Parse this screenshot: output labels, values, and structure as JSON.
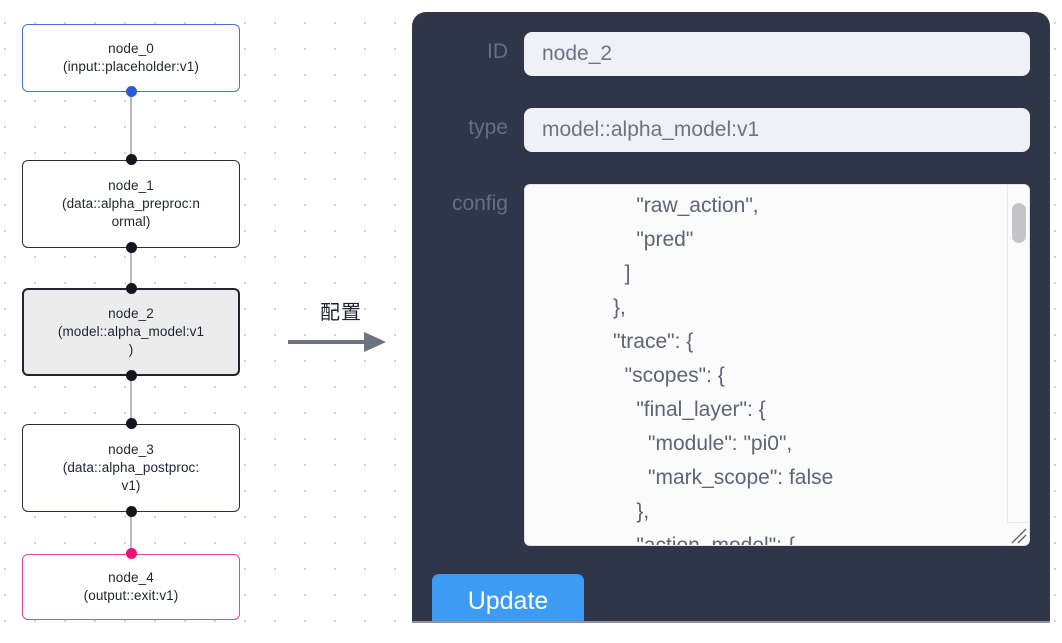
{
  "graph": {
    "nodes": [
      {
        "id": "node_0",
        "type_line": "(input::placeholder:v1)",
        "lines": [
          "node_0",
          "(input::placeholder:v1)"
        ],
        "accent": "#4a72d0",
        "selected": false
      },
      {
        "id": "node_1",
        "type_line": "(data::alpha_preproc:normal)",
        "lines": [
          "node_1",
          "(data::alpha_preproc:n",
          "ormal)"
        ],
        "accent": "#2b2f3a",
        "selected": false
      },
      {
        "id": "node_2",
        "type_line": "(model::alpha_model:v1)",
        "lines": [
          "node_2",
          "(model::alpha_model:v1",
          ")"
        ],
        "accent": "#212531",
        "selected": true
      },
      {
        "id": "node_3",
        "type_line": "(data::alpha_postproc:v1)",
        "lines": [
          "node_3",
          "(data::alpha_postproc:",
          "v1)"
        ],
        "accent": "#2b2f3a",
        "selected": false
      },
      {
        "id": "node_4",
        "type_line": "(output::exit:v1)",
        "lines": [
          "node_4",
          "(output::exit:v1)"
        ],
        "accent": "#e8468c",
        "selected": false
      }
    ],
    "edge_color": "#b8b8bd",
    "port_color": "#14161d",
    "port_color_start": "#2d58d6",
    "port_color_end": "#e8127a"
  },
  "arrow": {
    "label": "配置",
    "color": "#5b6170"
  },
  "panel": {
    "background": "#2e3648",
    "fields": [
      {
        "key": "id",
        "label": "ID",
        "value": "node_2"
      },
      {
        "key": "type",
        "label": "type",
        "value": "model::alpha_model:v1"
      },
      {
        "key": "config",
        "label": "config",
        "value": ""
      }
    ],
    "id_label": "ID",
    "id_value": "node_2",
    "type_label": "type",
    "type_value": "model::alpha_model:v1",
    "config_label": "config",
    "config_value": "    \"raw_action\",\n    \"pred\"\n  ]\n},\n\"trace\": {\n  \"scopes\": {\n    \"final_layer\": {\n      \"module\": \"pi0\",\n      \"mark_scope\": false\n    },\n    \"action_model\": {",
    "update_label": "Update",
    "update_color": "#3d9bf4"
  }
}
